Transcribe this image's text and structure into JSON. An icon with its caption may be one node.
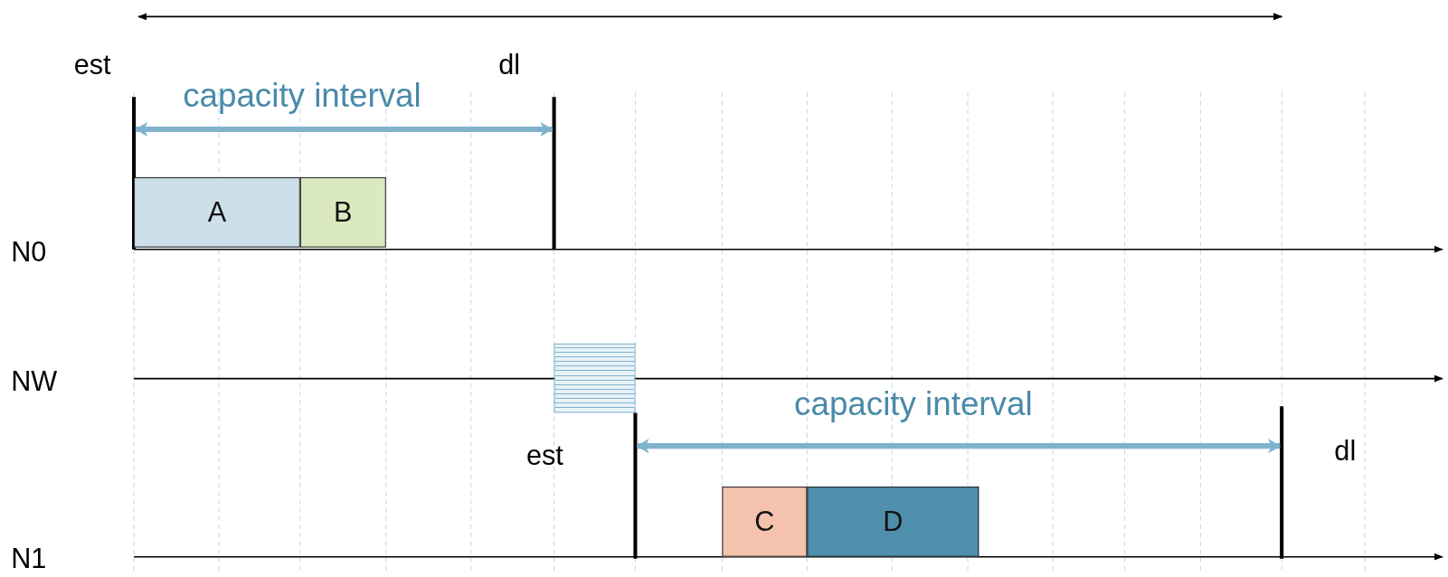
{
  "diagram": {
    "nodes": [
      {
        "text": [
          "A"
        ]
      },
      {
        "text": [
          "B"
        ]
      },
      {
        "text": [],
        "shape": "box"
      },
      {
        "text": [
          "C"
        ]
      },
      {
        "text": [
          "D"
        ]
      }
    ],
    "labels": [
      "est",
      "dl",
      "capacity interval",
      "N0",
      "NW",
      "capacity interval",
      "est",
      "dl",
      "N1"
    ]
  }
}
